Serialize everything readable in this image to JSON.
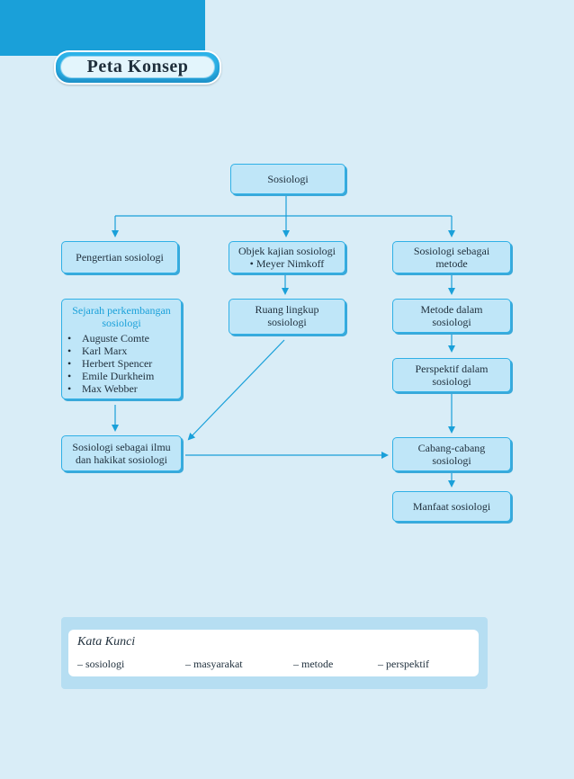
{
  "header": {
    "title": "Peta Konsep"
  },
  "concept_map": {
    "root": "Sosiologi",
    "col1": {
      "pengertian": "Pengertian sosiologi",
      "sejarah_heading_1": "Sejarah perkembangan",
      "sejarah_heading_2": "sosiologi",
      "tokoh": [
        "Auguste Comte",
        "Karl Marx",
        "Herbert Spencer",
        "Emile Durkheim",
        "Max Webber"
      ],
      "ilmu_1": "Sosiologi sebagai ilmu",
      "ilmu_2": "dan hakikat sosiologi"
    },
    "col2": {
      "objek_1": "Objek kajian sosiologi",
      "objek_2": "• Meyer Nimkoff",
      "ruang_1": "Ruang lingkup",
      "ruang_2": "sosiologi"
    },
    "col3": {
      "metode_1": "Sosiologi sebagai",
      "metode_2": "metode",
      "metode_dalam_1": "Metode dalam",
      "metode_dalam_2": "sosiologi",
      "perspektif_1": "Perspektif dalam",
      "perspektif_2": "sosiologi",
      "cabang_1": "Cabang-cabang",
      "cabang_2": "sosiologi",
      "manfaat": "Manfaat sosiologi"
    },
    "bullet_glyph": "•",
    "colors": {
      "box_fill": "#bfe6f8",
      "box_border": "#2fb0e6",
      "arrow": "#1aa0d9",
      "accent_text": "#1aa0d9",
      "background": "#d9edf7"
    }
  },
  "kata_kunci": {
    "title": "Kata Kunci",
    "items": [
      "– sosiologi",
      "– masyarakat",
      "– metode",
      "– perspektif"
    ]
  }
}
